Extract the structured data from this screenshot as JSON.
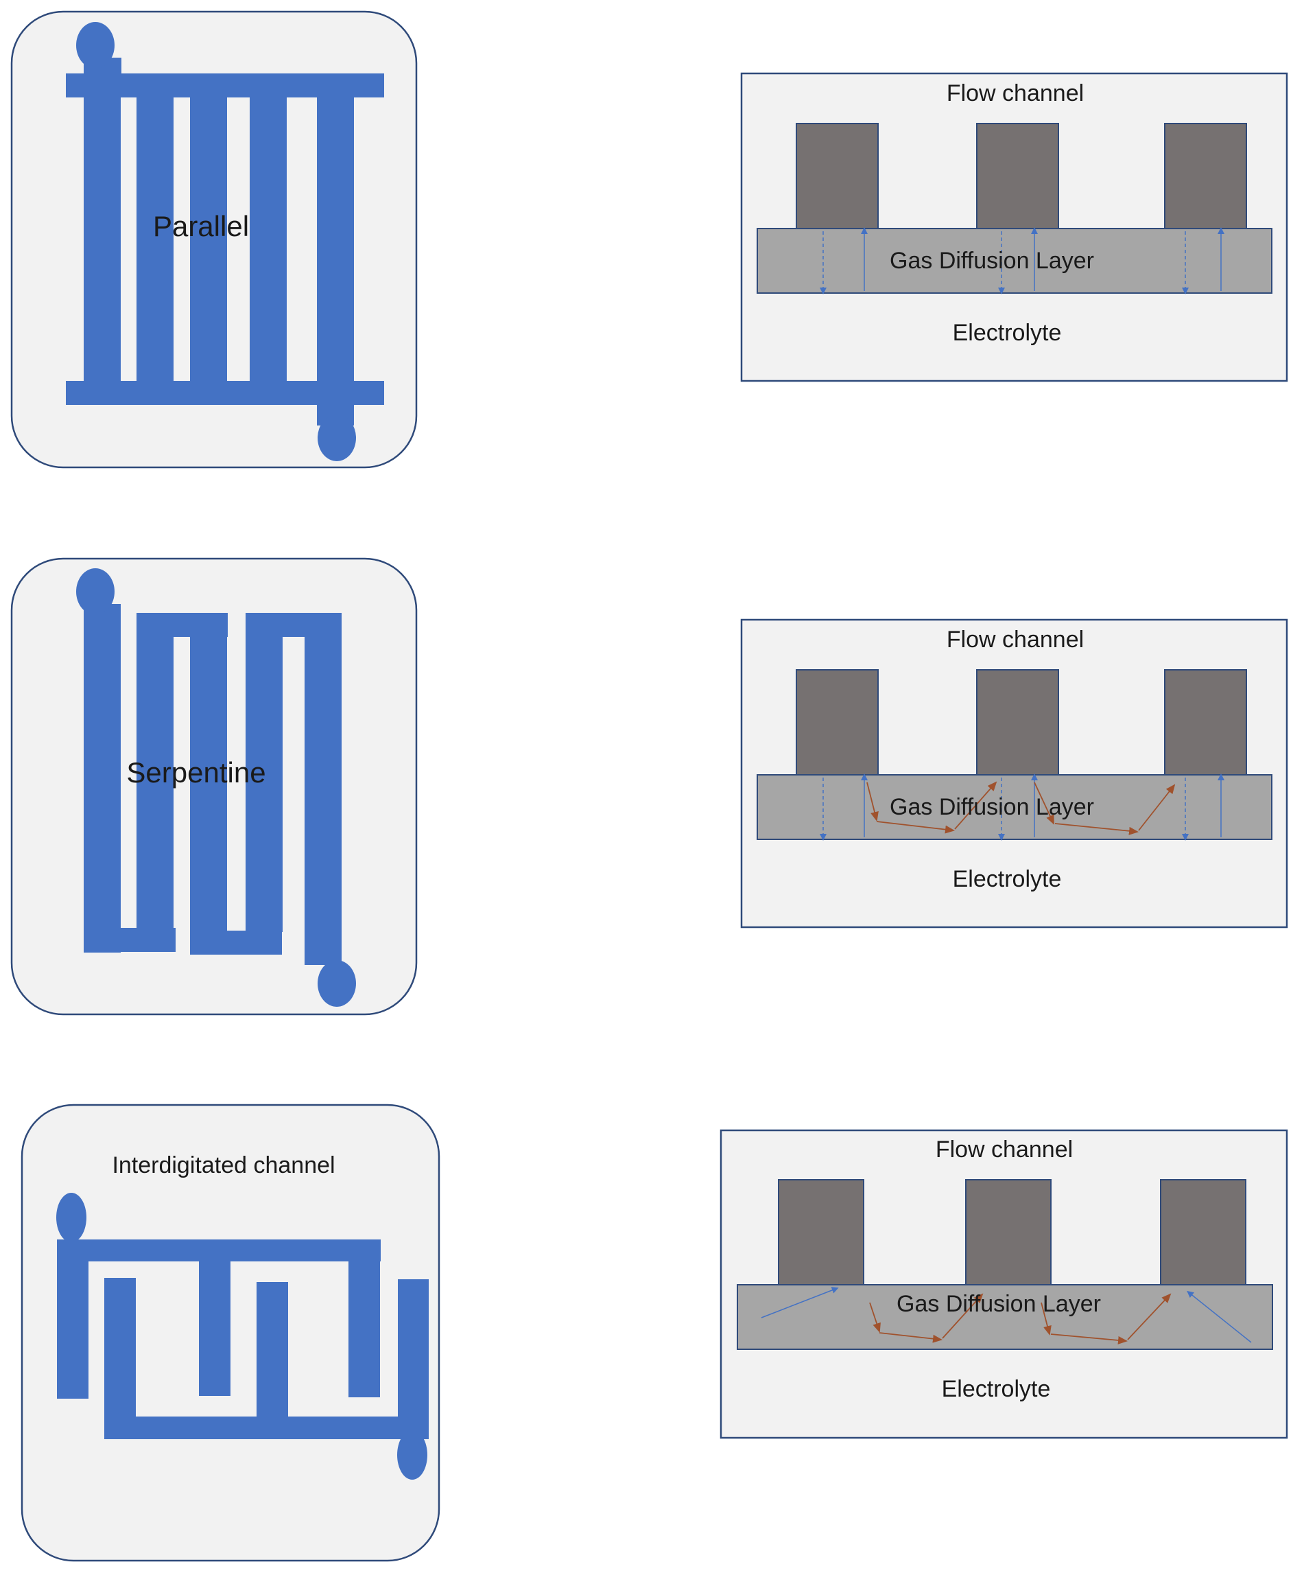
{
  "colors": {
    "channel_blue": "#4472C4",
    "panel_fill": "#F2F2F2",
    "panel_stroke": "#2F4A7A",
    "rib_gray": "#767171",
    "gdl_gray": "#A6A6A6",
    "flow_arrow_blue": "#4472C4",
    "diffusion_arrow_brown": "#A0522D"
  },
  "patterns": {
    "parallel": {
      "label": "Parallel"
    },
    "serpentine": {
      "label": "Serpentine"
    },
    "interdigitated": {
      "label": "Interdigitated channel"
    }
  },
  "cross_sections": [
    {
      "flow_channel": "Flow channel",
      "gdl": "Gas Diffusion Layer",
      "electrolyte": "Electrolyte"
    },
    {
      "flow_channel": "Flow channel",
      "gdl": "Gas Diffusion Layer",
      "electrolyte": "Electrolyte"
    },
    {
      "flow_channel": "Flow channel",
      "gdl": "Gas Diffusion Layer",
      "electrolyte": "Electrolyte"
    }
  ]
}
